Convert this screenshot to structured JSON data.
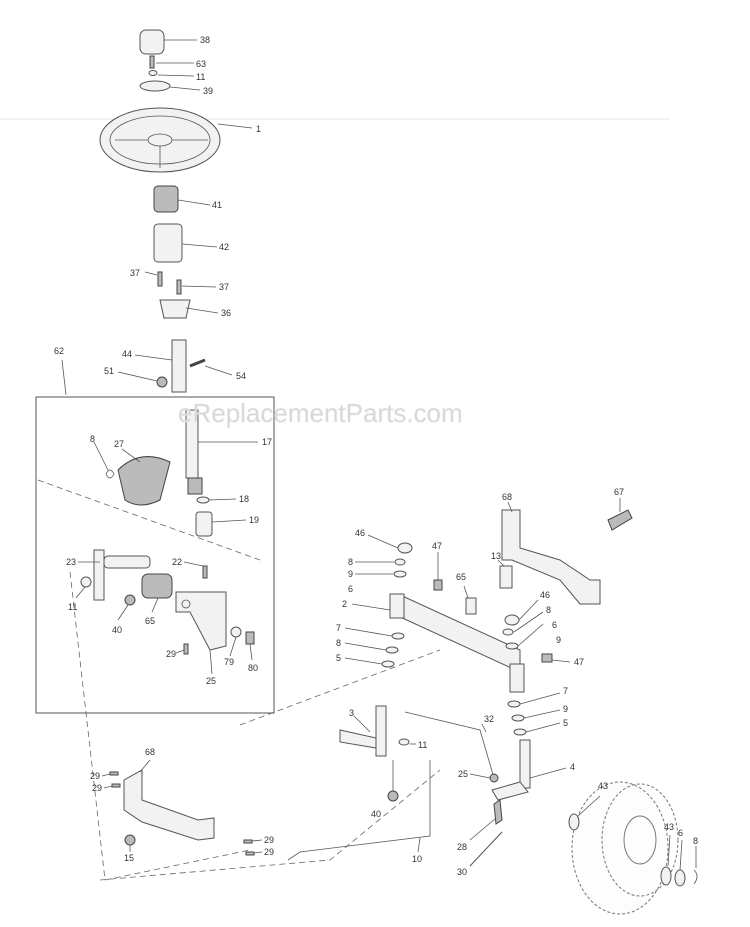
{
  "watermark": "eReplacementParts.com",
  "part_labels": [
    "38",
    "63",
    "11",
    "39",
    "1",
    "41",
    "42",
    "37",
    "37",
    "36",
    "62",
    "44",
    "51",
    "54",
    "17",
    "8",
    "27",
    "18",
    "19",
    "22",
    "23",
    "11",
    "40",
    "65",
    "29",
    "79",
    "80",
    "25",
    "68",
    "67",
    "46",
    "47",
    "8",
    "9",
    "13",
    "65",
    "6",
    "2",
    "46",
    "8",
    "6",
    "7",
    "8",
    "9",
    "47",
    "5",
    "7",
    "9",
    "5",
    "3",
    "11",
    "32",
    "25",
    "4",
    "43",
    "40",
    "29",
    "29",
    "68",
    "29",
    "29",
    "10",
    "28",
    "15",
    "30",
    "43",
    "6",
    "8"
  ]
}
